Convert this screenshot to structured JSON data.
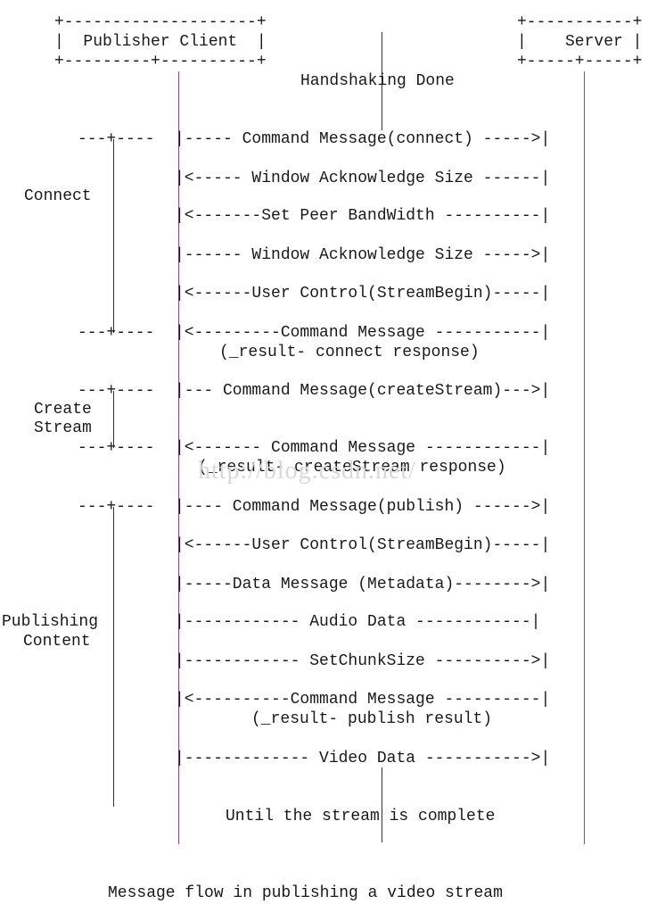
{
  "header": {
    "client_box": {
      "top": "+--------------------+",
      "label": "|  Publisher Client  |",
      "bottom": "+---------+----------+"
    },
    "server_box": {
      "top": "+-----------+",
      "label": "|    Server |",
      "bottom": "+-----+-----+"
    }
  },
  "handshake_label": "Handshaking Done",
  "messages": [
    {
      "text": "|----- Command Message(connect) ----->|"
    },
    {
      "text": "|<----- Window Acknowledge Size ------|"
    },
    {
      "text": "|<-------Set Peer BandWidth ----------|"
    },
    {
      "text": "|------ Window Acknowledge Size ----->|"
    },
    {
      "text": "|<------User Control(StreamBegin)-----|"
    },
    {
      "text": "|<---------Command Message -----------|"
    },
    {
      "text": "(_result- connect response)"
    },
    {
      "text": "|--- Command Message(createStream)--->|"
    },
    {
      "text": "|<------- Command Message ------------|"
    },
    {
      "text": "(_result- createStream response)"
    },
    {
      "text": "|---- Command Message(publish) ------>|"
    },
    {
      "text": "|<------User Control(StreamBegin)-----|"
    },
    {
      "text": "|-----Data Message (Metadata)-------->|"
    },
    {
      "text": "|------------ Audio Data ------------|"
    },
    {
      "text": "|------------ SetChunkSize ---------->|"
    },
    {
      "text": "|<----------Command Message ----------|"
    },
    {
      "text": "(_result- publish result)"
    },
    {
      "text": "|------------- Video Data ----------->|"
    }
  ],
  "groups": {
    "bracket_tick": "---+----",
    "connect": "Connect",
    "create_stream_line1": "Create",
    "create_stream_line2": "Stream",
    "publishing_line1": "Publishing",
    "publishing_line2": "Content"
  },
  "footer_note": "Until the stream is complete",
  "caption": "Message flow in publishing a video stream",
  "watermark": "http://blog.csdn.net/"
}
